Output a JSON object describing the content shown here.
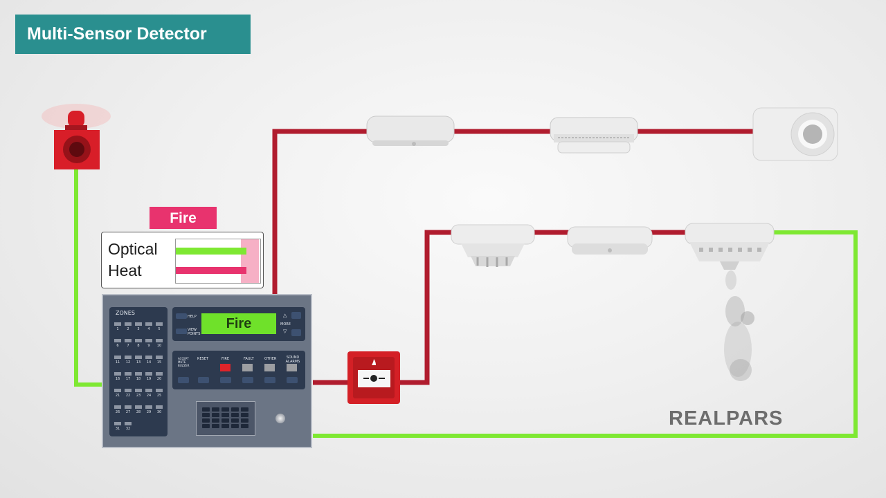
{
  "title": "Multi-Sensor Detector",
  "status_tag": "Fire",
  "sensor_readout": {
    "optical": {
      "label": "Optical",
      "level": 0.85,
      "color": "#7ee832"
    },
    "heat": {
      "label": "Heat",
      "level": 0.85,
      "color": "#e8336e"
    }
  },
  "panel": {
    "zones_label": "ZONES",
    "zone_numbers": [
      "1",
      "2",
      "3",
      "4",
      "5",
      "6",
      "7",
      "8",
      "9",
      "10",
      "11",
      "12",
      "13",
      "14",
      "15",
      "16",
      "17",
      "18",
      "19",
      "20",
      "21",
      "22",
      "23",
      "24",
      "25",
      "26",
      "27",
      "28",
      "29",
      "30",
      "31",
      "32"
    ],
    "display_text": "Fire",
    "left_keys": [
      "HELP",
      "VIEW POINTS"
    ],
    "right_keys": [
      "△",
      "MORE",
      "▽"
    ],
    "control_labels": [
      "ACCEPT MUTE BUZZER",
      "RESET",
      "FIRE",
      "FAULT",
      "OTHER",
      "SOUND ALARMS"
    ]
  },
  "brand": "REALPARS",
  "colors": {
    "banner": "#2a8f8f",
    "wire_red": "#b01c2e",
    "wire_green": "#7ee832",
    "fire_tag": "#e8336e",
    "lcd": "#6fe12a",
    "panel": "#6b7585"
  },
  "devices": [
    "sounder-beacon",
    "heat-detector",
    "smoke-detector",
    "beam-detector",
    "multi-sensor-detector",
    "heat-detector",
    "multi-sensor-detector",
    "manual-call-point"
  ]
}
